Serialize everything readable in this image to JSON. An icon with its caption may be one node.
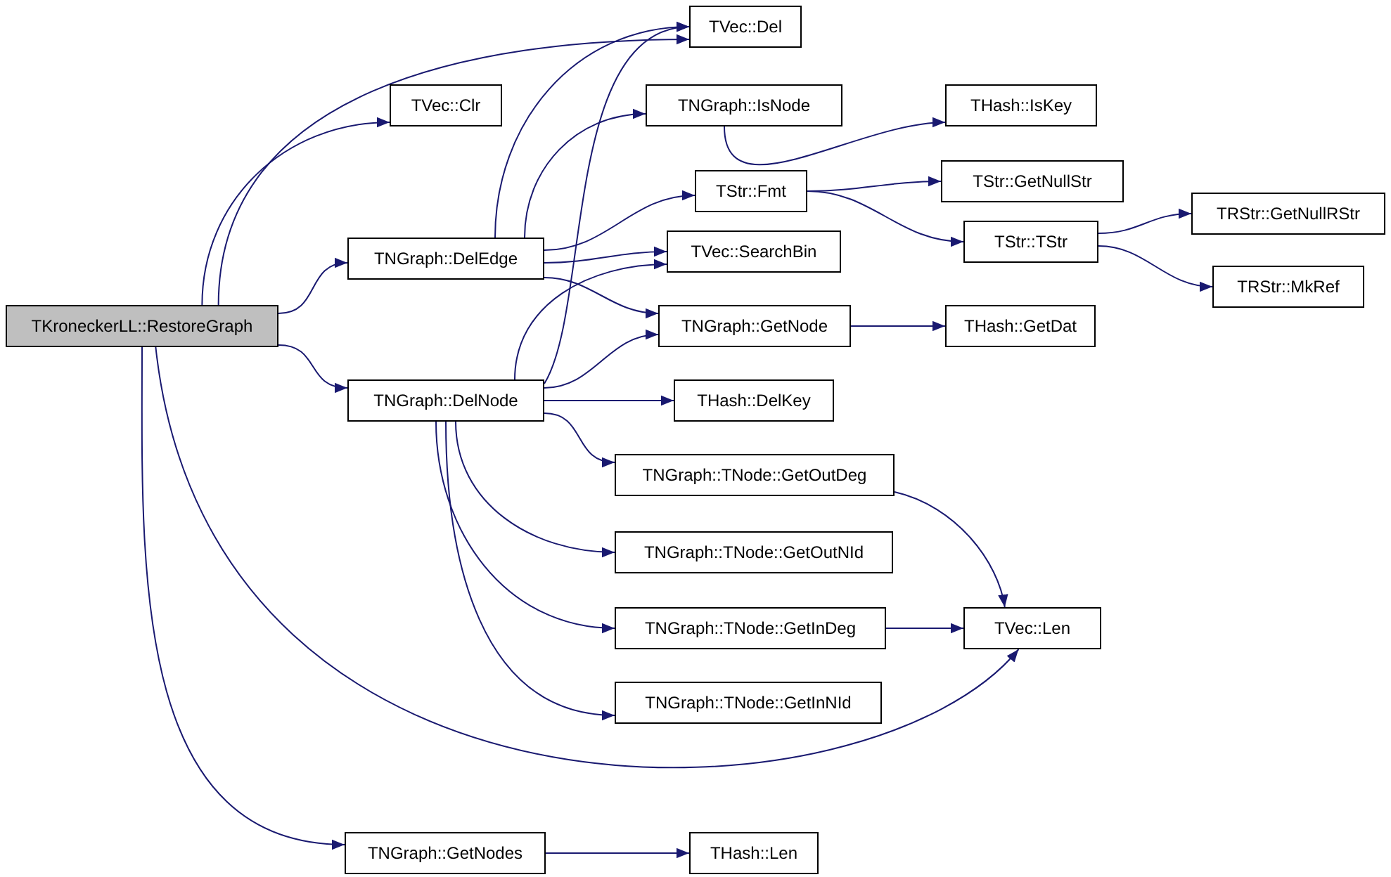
{
  "diagram": {
    "nodes": [
      {
        "text": [
          "TKroneckerLL::RestoreGraph"
        ]
      },
      {
        "text": [
          "TVec::Clr"
        ]
      },
      {
        "text": [
          "TVec::Del"
        ]
      },
      {
        "text": [
          "TNGraph::DelEdge"
        ]
      },
      {
        "text": [
          "TNGraph::DelNode"
        ]
      },
      {
        "text": [
          "TVec::Len"
        ]
      },
      {
        "text": [
          "TNGraph::GetNodes"
        ]
      },
      {
        "text": [
          "TNGraph::IsNode"
        ]
      },
      {
        "text": [
          "TStr::Fmt"
        ]
      },
      {
        "text": [
          "TVec::SearchBin"
        ]
      },
      {
        "text": [
          "TNGraph::GetNode"
        ]
      },
      {
        "text": [
          "THash::IsKey"
        ]
      },
      {
        "text": [
          "TStr::GetNullStr"
        ]
      },
      {
        "text": [
          "TStr::TStr"
        ]
      },
      {
        "text": [
          "TRStr::GetNullRStr"
        ]
      },
      {
        "text": [
          "TRStr::MkRef"
        ]
      },
      {
        "text": [
          "THash::GetDat"
        ]
      },
      {
        "text": [
          "THash::DelKey"
        ]
      },
      {
        "text": [
          "TNGraph::TNode::GetOutDeg"
        ]
      },
      {
        "text": [
          "TNGraph::TNode::GetOutNId"
        ]
      },
      {
        "text": [
          "TNGraph::TNode::GetInDeg"
        ]
      },
      {
        "text": [
          "TNGraph::TNode::GetInNId"
        ]
      },
      {
        "text": [
          "THash::Len"
        ]
      }
    ],
    "edges": [
      {
        "from": 0,
        "to": 1,
        "arrow": "to"
      },
      {
        "from": 0,
        "to": 2,
        "arrow": "to"
      },
      {
        "from": 0,
        "to": 3,
        "arrow": "to"
      },
      {
        "from": 0,
        "to": 4,
        "arrow": "to"
      },
      {
        "from": 0,
        "to": 5,
        "arrow": "to"
      },
      {
        "from": 0,
        "to": 6,
        "arrow": "to"
      },
      {
        "from": 3,
        "to": 2,
        "arrow": "to"
      },
      {
        "from": 3,
        "to": 7,
        "arrow": "to"
      },
      {
        "from": 3,
        "to": 8,
        "arrow": "to"
      },
      {
        "from": 3,
        "to": 9,
        "arrow": "to"
      },
      {
        "from": 3,
        "to": 10,
        "arrow": "to"
      },
      {
        "from": 4,
        "to": 2,
        "arrow": "to"
      },
      {
        "from": 4,
        "to": 9,
        "arrow": "to"
      },
      {
        "from": 4,
        "to": 10,
        "arrow": "to"
      },
      {
        "from": 4,
        "to": 17,
        "arrow": "to"
      },
      {
        "from": 4,
        "to": 18,
        "arrow": "to"
      },
      {
        "from": 4,
        "to": 19,
        "arrow": "to"
      },
      {
        "from": 4,
        "to": 20,
        "arrow": "to"
      },
      {
        "from": 4,
        "to": 21,
        "arrow": "to"
      },
      {
        "from": 7,
        "to": 11,
        "arrow": "to"
      },
      {
        "from": 8,
        "to": 12,
        "arrow": "to"
      },
      {
        "from": 8,
        "to": 13,
        "arrow": "to"
      },
      {
        "from": 13,
        "to": 14,
        "arrow": "to"
      },
      {
        "from": 13,
        "to": 15,
        "arrow": "to"
      },
      {
        "from": 10,
        "to": 16,
        "arrow": "to"
      },
      {
        "from": 18,
        "to": 5,
        "arrow": "to"
      },
      {
        "from": 20,
        "to": 5,
        "arrow": "to"
      },
      {
        "from": 6,
        "to": 22,
        "arrow": "to"
      }
    ]
  }
}
